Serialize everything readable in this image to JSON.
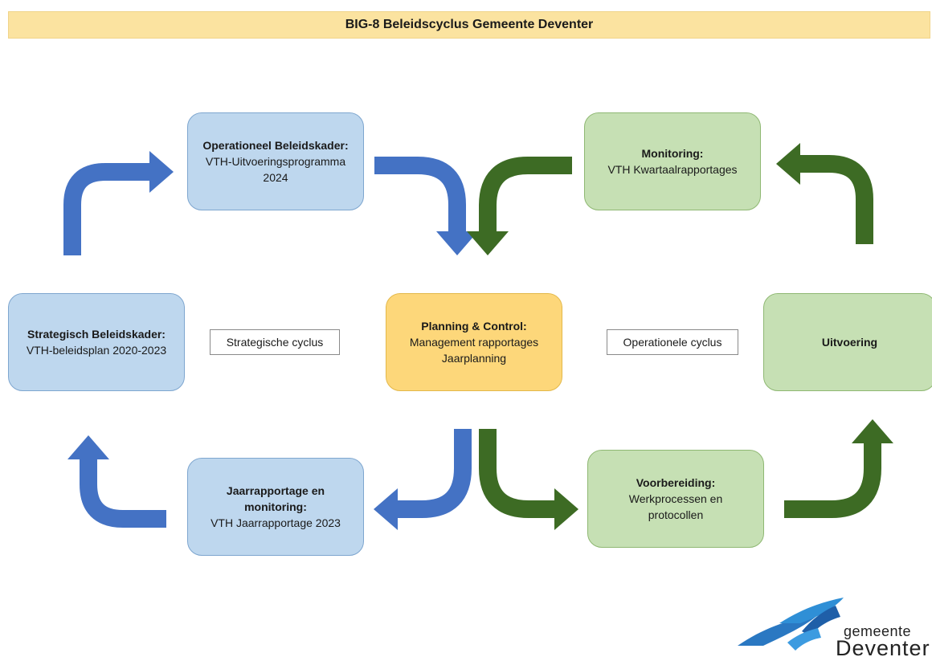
{
  "title": "BIG-8 Beleidscyclus Gemeente Deventer",
  "boxes": {
    "operationeel": {
      "head": "Operationeel Beleidskader:",
      "lines": [
        "VTH-Uitvoeringsprogramma",
        "2024"
      ]
    },
    "monitoring": {
      "head": "Monitoring:",
      "lines": [
        "VTH Kwartaalrapportages"
      ]
    },
    "strategisch": {
      "head": "Strategisch Beleidskader:",
      "lines": [
        "VTH-beleidsplan 2020-2023"
      ]
    },
    "planning": {
      "head": "Planning & Control:",
      "lines": [
        "Management rapportages",
        "Jaarplanning"
      ]
    },
    "uitvoering": {
      "head": "Uitvoering",
      "lines": []
    },
    "jaarrapportage": {
      "head": "Jaarrapportage en monitoring:",
      "lines": [
        "VTH Jaarrapportage 2023"
      ]
    },
    "voorbereiding": {
      "head": "Voorbereiding:",
      "lines": [
        "Werkprocessen en",
        "protocollen"
      ]
    }
  },
  "labels": {
    "strategische": "Strategische cyclus",
    "operationele": "Operationele cyclus"
  },
  "logo": {
    "top": "gemeente",
    "bottom": "Deventer"
  },
  "colors": {
    "strategic_arrow": "#4472c4",
    "operational_arrow": "#3d6b24",
    "title_bar": "#fbe3a0",
    "blue_box": "#bed7ee",
    "green_box": "#c6e0b4",
    "yellow_box": "#fdd77a"
  }
}
